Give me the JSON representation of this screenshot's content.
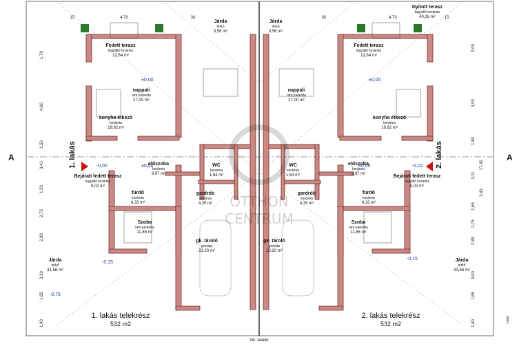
{
  "units_left": {
    "unit_label": "1. lakás",
    "plot_title": "1. lakás telekrész",
    "plot_area": "532 m2",
    "rooms": [
      {
        "name": "Fedett terasz",
        "sub": "fagyálló kerámia",
        "area": "12,64 m²"
      },
      {
        "name": "nappali",
        "sub": "lam.parketta",
        "area": "27,00 m²"
      },
      {
        "name": "konyha étkező",
        "sub": "kerámia",
        "area": "19,82 m²"
      },
      {
        "name": "Bejárati fedett terasz",
        "sub": "fagyálló kerámia",
        "area": "5,02 m²"
      },
      {
        "name": "előszoba",
        "sub": "kerámia",
        "area": "9,97 m²"
      },
      {
        "name": "fürdő",
        "sub": "kerámia",
        "area": "4,33 m²"
      },
      {
        "name": "gardrób",
        "sub": "kerámia",
        "area": "4,35 m²"
      },
      {
        "name": "WC",
        "sub": "kerámia",
        "area": "1,64 m²"
      },
      {
        "name": "Szoba",
        "sub": "lam.parketta",
        "area": "11,86 m²"
      },
      {
        "name": "gk. tároló",
        "sub": "greslap",
        "area": "23,20 m²"
      },
      {
        "name": "Járda",
        "sub": "térkő",
        "area": "3,56 m²"
      },
      {
        "name": "Járda",
        "sub": "térkő",
        "area": "31,56 m²"
      }
    ]
  },
  "units_right": {
    "unit_label": "2. lakás",
    "plot_title": "2. lakás telekrész",
    "plot_area": "532 m2",
    "rooms": [
      {
        "name": "Nyitott terasz",
        "sub": "fagyálló kerámia",
        "area": "40,26 m²"
      },
      {
        "name": "Fedett terasz",
        "sub": "fagyálló kerámia",
        "area": "12,64 m²"
      },
      {
        "name": "nappali",
        "sub": "lam.parketta",
        "area": "27,00 m²"
      },
      {
        "name": "konyha étkező",
        "sub": "kerámia",
        "area": "19,82 m²"
      },
      {
        "name": "Bejárati fedett terasz",
        "sub": "fagyálló kerámia",
        "area": "5,02 m²"
      },
      {
        "name": "előszoba",
        "sub": "kerámia",
        "area": "9,97 m²"
      },
      {
        "name": "fürdő",
        "sub": "kerámia",
        "area": "4,33 m²"
      },
      {
        "name": "gardrób",
        "sub": "kerámia",
        "area": "4,35 m²"
      },
      {
        "name": "WC",
        "sub": "kerámia",
        "area": "1,64 m²"
      },
      {
        "name": "Szoba",
        "sub": "lam.parketta",
        "area": "11,86 m²"
      },
      {
        "name": "gk. tároló",
        "sub": "greslap",
        "area": "23,20 m²"
      },
      {
        "name": "Járda",
        "sub": "térkő",
        "area": "3,56 m²"
      },
      {
        "name": "Járda",
        "sub": "térkő",
        "area": "33,56 m²"
      }
    ]
  },
  "common": {
    "section_marker": "A",
    "parking_label": "Gk. beálló",
    "door_tag": "Lakó",
    "watermark_line1": "OTTHON",
    "watermark_line2": "CENTRUM",
    "level_labels": [
      "±0,00",
      "-0,02",
      "-0,15",
      "-0,75",
      "+0,00"
    ]
  },
  "dims": {
    "top": [
      "4,70",
      "4,70",
      "15",
      "15",
      "30",
      "30"
    ],
    "left": [
      "1,70",
      "4,60",
      "1,50",
      "3,41",
      "1,50",
      "2,75",
      "2,89",
      "3,30",
      "1,65",
      "1,40"
    ],
    "right": [
      "2,00",
      "4,00",
      "1,80",
      "17,40",
      "3,11",
      "3,41",
      "1,55",
      "2,75",
      "2,89",
      "3,00",
      "1,65",
      "1,40"
    ]
  },
  "colors": {
    "wall_fill": "#c98a86",
    "wall_stroke": "#7a2a2a",
    "level_text": "#1a3a9a",
    "accent_red": "#cc1111"
  }
}
